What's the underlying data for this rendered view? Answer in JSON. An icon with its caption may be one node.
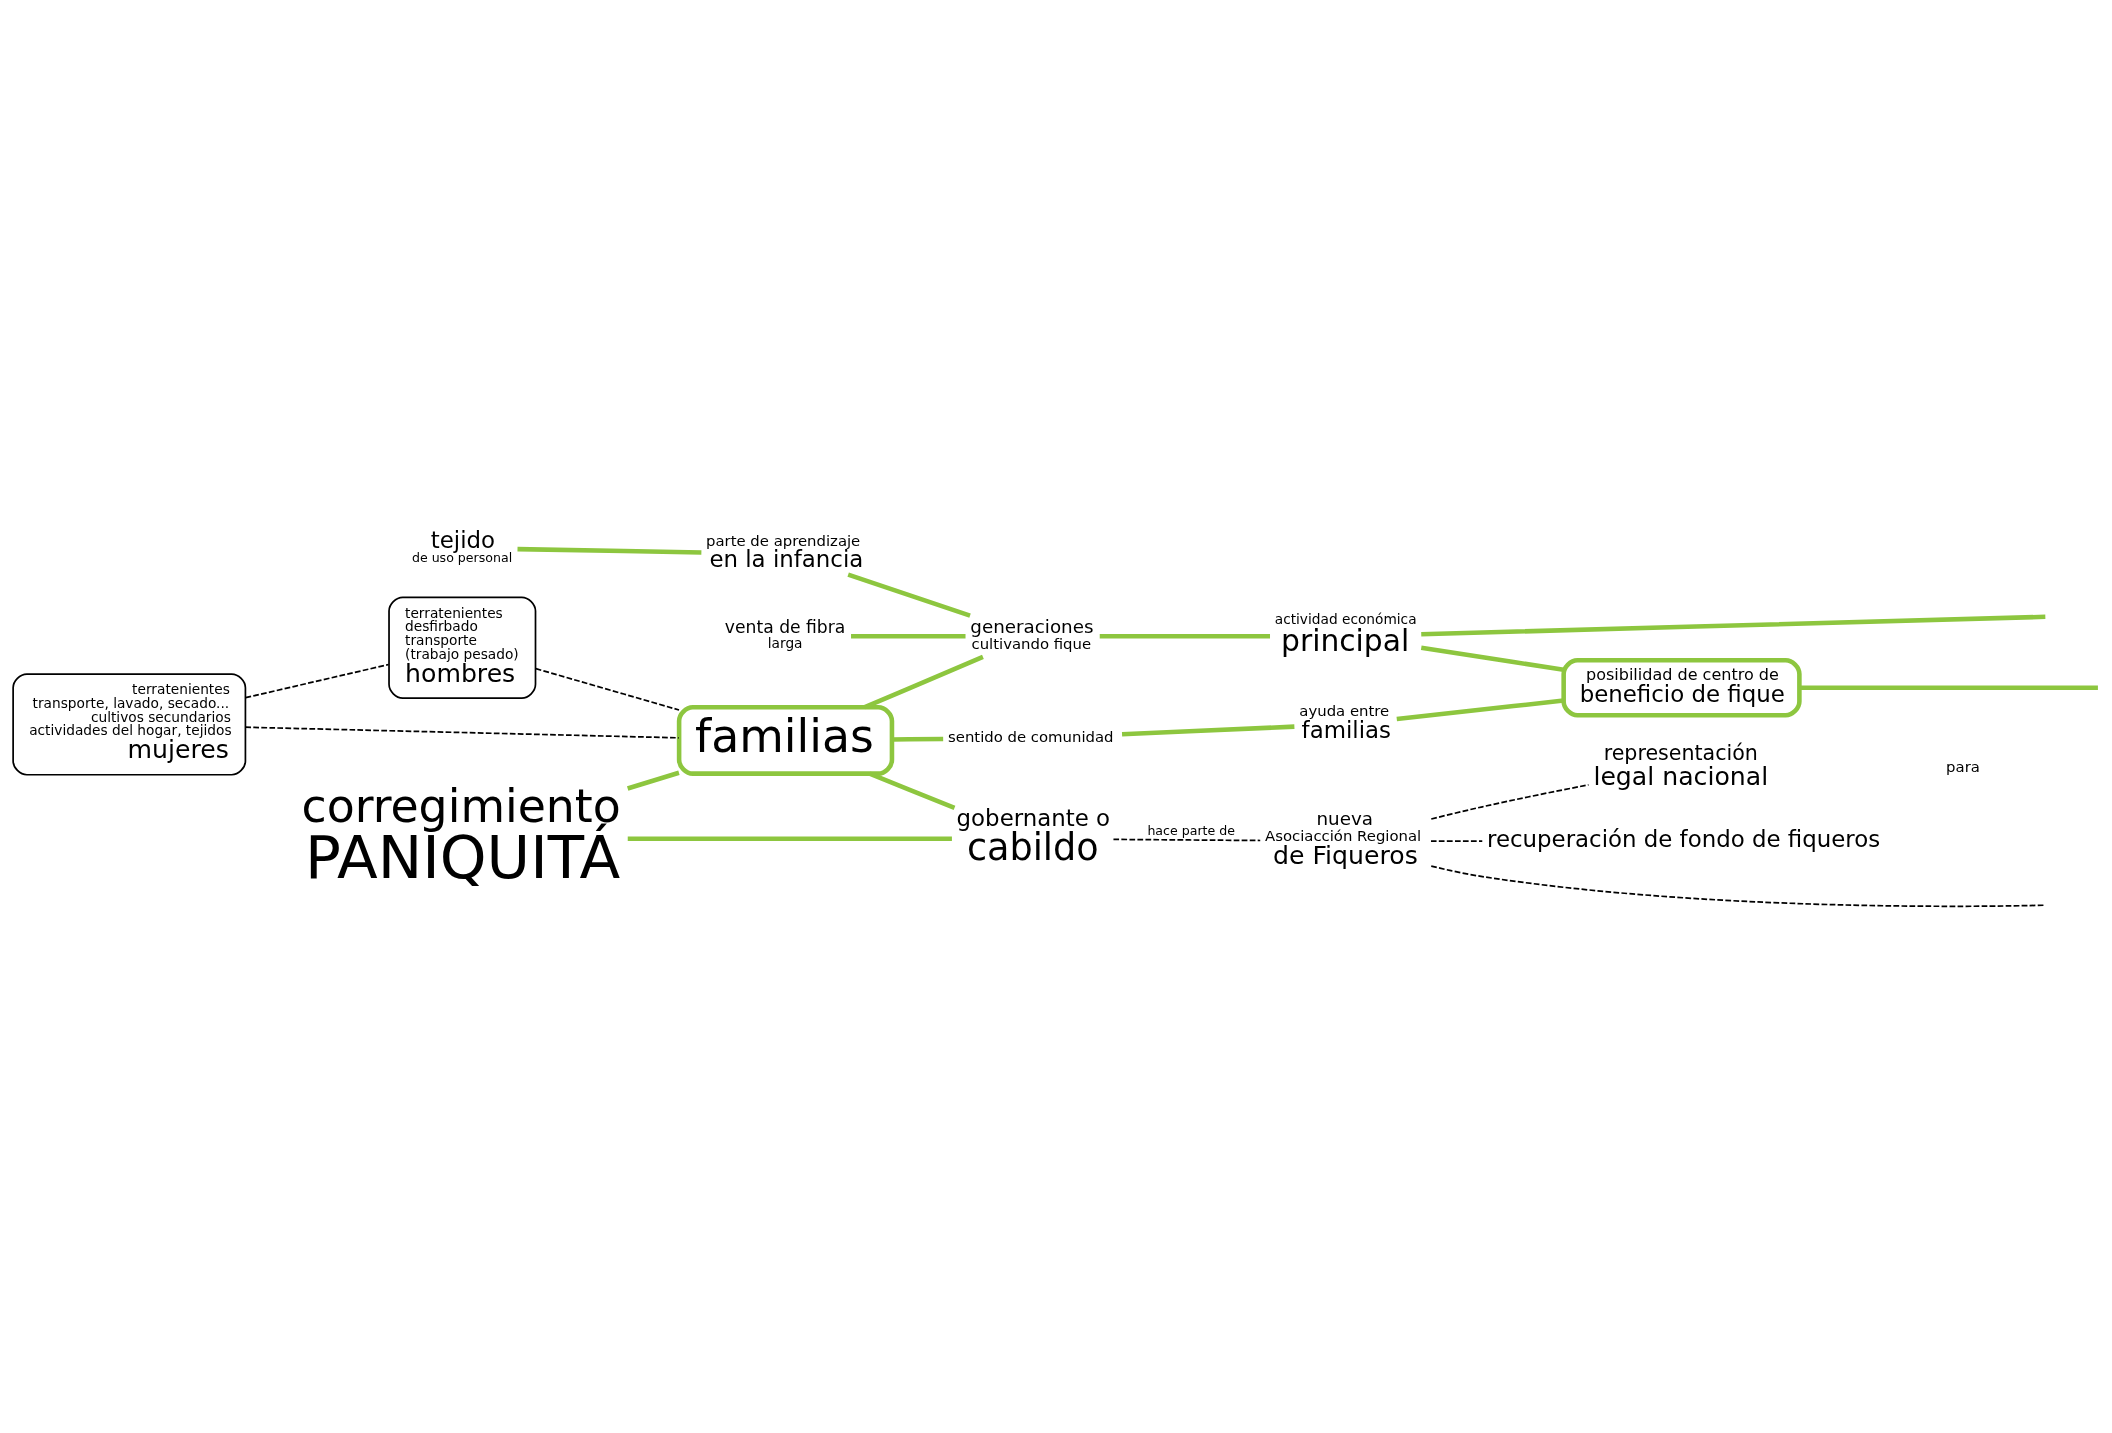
{
  "diagram": {
    "nodes": [
      {
        "text": [
          "terratenientes",
          "transporte, lavado, secado...",
          "cultivos secundarios",
          "actividades del hogar, tejidos",
          "mujeres"
        ]
      },
      {
        "text": [
          "terratenientes",
          "desfirbado",
          "transporte",
          "(trabajo pesado)",
          "hombres"
        ]
      },
      {
        "text": [
          "tejido",
          "de uso personal"
        ]
      },
      {
        "text": [
          "parte de aprendizaje",
          "en la infancia"
        ]
      },
      {
        "text": [
          "venta de fibra",
          "larga"
        ]
      },
      {
        "text": [
          "familias"
        ]
      },
      {
        "text": [
          "generaciones",
          "cultivando fique"
        ]
      },
      {
        "text": [
          "actividad económica",
          "principal"
        ]
      },
      {
        "text": [
          "corregimiento",
          "PANIQUITÁ"
        ]
      },
      {
        "text": [
          "sentido de comunidad"
        ]
      },
      {
        "text": [
          "posibilidad de centro de",
          "beneficio de fique"
        ]
      },
      {
        "text": [
          "ayuda entre",
          "familias"
        ]
      },
      {
        "text": [
          "gobernante o",
          "cabildo"
        ]
      },
      {
        "text": [
          "nueva",
          "Asociacción Regional",
          "de Fiqueros"
        ]
      },
      {
        "text": [
          "representación",
          "legal nacional"
        ]
      },
      {
        "text": [
          "recuperación de fondo de fiqueros"
        ]
      }
    ],
    "edges": [
      {
        "from": 0,
        "to": 1,
        "arrow": "none",
        "style": "dashed",
        "color": "#000000"
      },
      {
        "from": 0,
        "to": 5,
        "arrow": "none",
        "style": "dashed",
        "color": "#000000"
      },
      {
        "from": 1,
        "to": 5,
        "arrow": "none",
        "style": "dashed",
        "color": "#000000"
      },
      {
        "from": 2,
        "to": 3,
        "arrow": "none"
      },
      {
        "from": 3,
        "to": 6,
        "arrow": "none"
      },
      {
        "from": 4,
        "to": 6,
        "arrow": "none"
      },
      {
        "from": 5,
        "to": 6,
        "arrow": "none"
      },
      {
        "from": 6,
        "to": 7,
        "arrow": "none"
      },
      {
        "from": 7,
        "to": null,
        "arrow": "none"
      },
      {
        "from": 7,
        "to": 10,
        "arrow": "none"
      },
      {
        "from": 10,
        "to": null,
        "arrow": "none"
      },
      {
        "from": 5,
        "to": 9,
        "arrow": "none"
      },
      {
        "from": 9,
        "to": 11,
        "arrow": "none"
      },
      {
        "from": 11,
        "to": 10,
        "arrow": "none"
      },
      {
        "from": 5,
        "to": 12,
        "arrow": "none"
      },
      {
        "from": 8,
        "to": 5,
        "arrow": "none"
      },
      {
        "from": 8,
        "to": 12,
        "arrow": "none"
      },
      {
        "from": 12,
        "to": 13,
        "arrow": "none",
        "label": "hace parte de",
        "style": "dashed",
        "color": "#000000"
      },
      {
        "from": 13,
        "to": null,
        "arrow": "none",
        "style": "dashed",
        "color": "#000000"
      },
      {
        "from": 13,
        "to": 14,
        "arrow": "none",
        "style": "dashed",
        "color": "#000000"
      },
      {
        "from": 13,
        "to": 15,
        "arrow": "none",
        "style": "dashed",
        "color": "#000000"
      }
    ],
    "labels": [
      "para"
    ]
  }
}
